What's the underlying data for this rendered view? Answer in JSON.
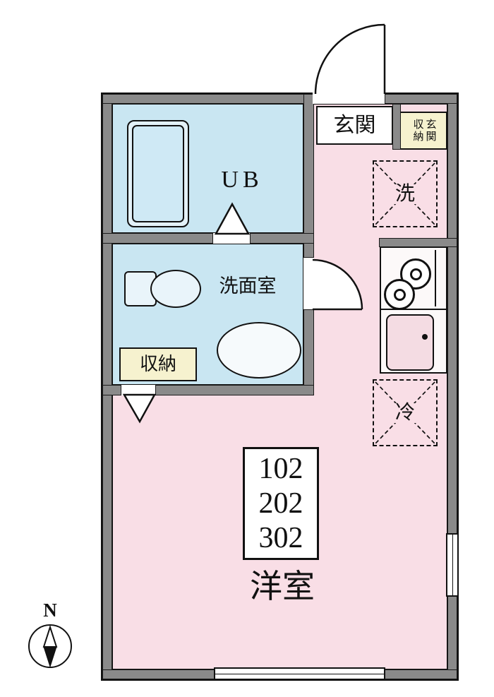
{
  "rooms": {
    "entrance": "玄関",
    "entrance_storage": {
      "left": "収納",
      "right": "玄関"
    },
    "unit_bath": "UB",
    "washroom": "洗面室",
    "storage": "収納",
    "washer": "洗",
    "fridge": "冷",
    "main_room": "洋室"
  },
  "unit_numbers": [
    "102",
    "202",
    "302"
  ],
  "compass": {
    "north": "N"
  },
  "colors": {
    "wall_gray": "#8a8a8a",
    "room_pink": "#f9dee6",
    "water_blue": "#c9e6f2",
    "storage_yellow": "#f6f2cf",
    "line_black": "#111111"
  }
}
